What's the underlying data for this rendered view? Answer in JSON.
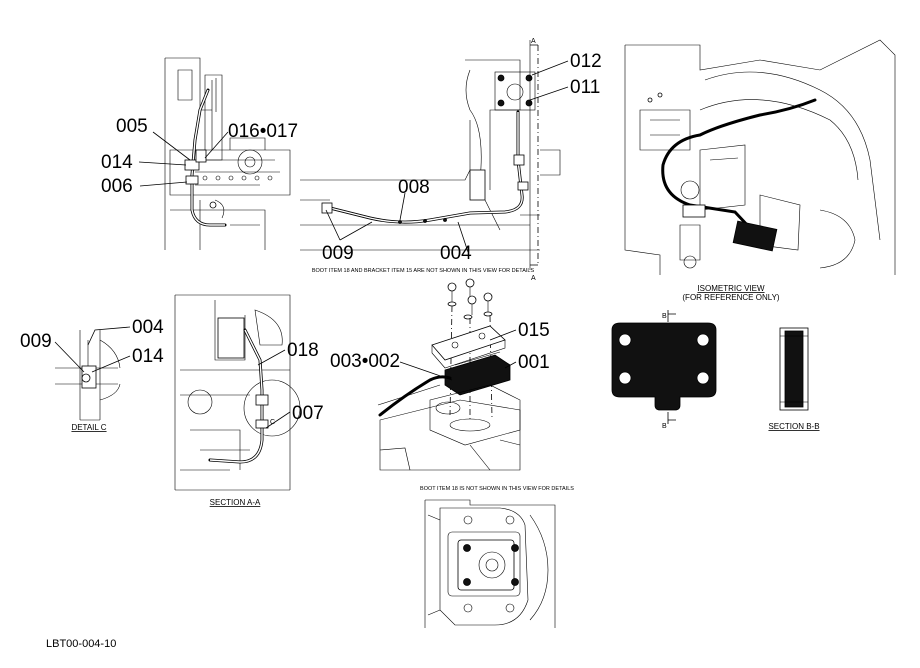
{
  "callouts": {
    "c005": "005",
    "c016_017": "016•017",
    "c014_a": "014",
    "c006": "006",
    "c008": "008",
    "c009_a": "009",
    "c004_a": "004",
    "c012": "012",
    "c011": "011",
    "c009_b": "009",
    "c004_b": "004",
    "c014_b": "014",
    "c018": "018",
    "c007": "007",
    "c003_002": "003•002",
    "c015": "015",
    "c001": "001"
  },
  "section_letters": {
    "a_top": "A",
    "a_bottom": "A",
    "b_top": "B",
    "b_bottom": "B",
    "c_mark": "C"
  },
  "notes": {
    "top_note": "BOOT ITEM 18 AND BRACKET ITEM 15 ARE NOT SHOWN IN THIS VIEW FOR DETAILS",
    "bottom_note": "BOOT ITEM 18 IS NOT SHOWN IN THIS VIEW FOR DETAILS"
  },
  "captions": {
    "isometric_line1": "ISOMETRIC VIEW",
    "isometric_line2": "(FOR REFERENCE ONLY)",
    "detail_c": "DETAIL  C",
    "section_aa": "SECTION A-A",
    "section_bb": "SECTION B-B"
  },
  "document_id": "LBT00-004-10",
  "colors": {
    "ink": "#000000",
    "background": "#ffffff"
  }
}
